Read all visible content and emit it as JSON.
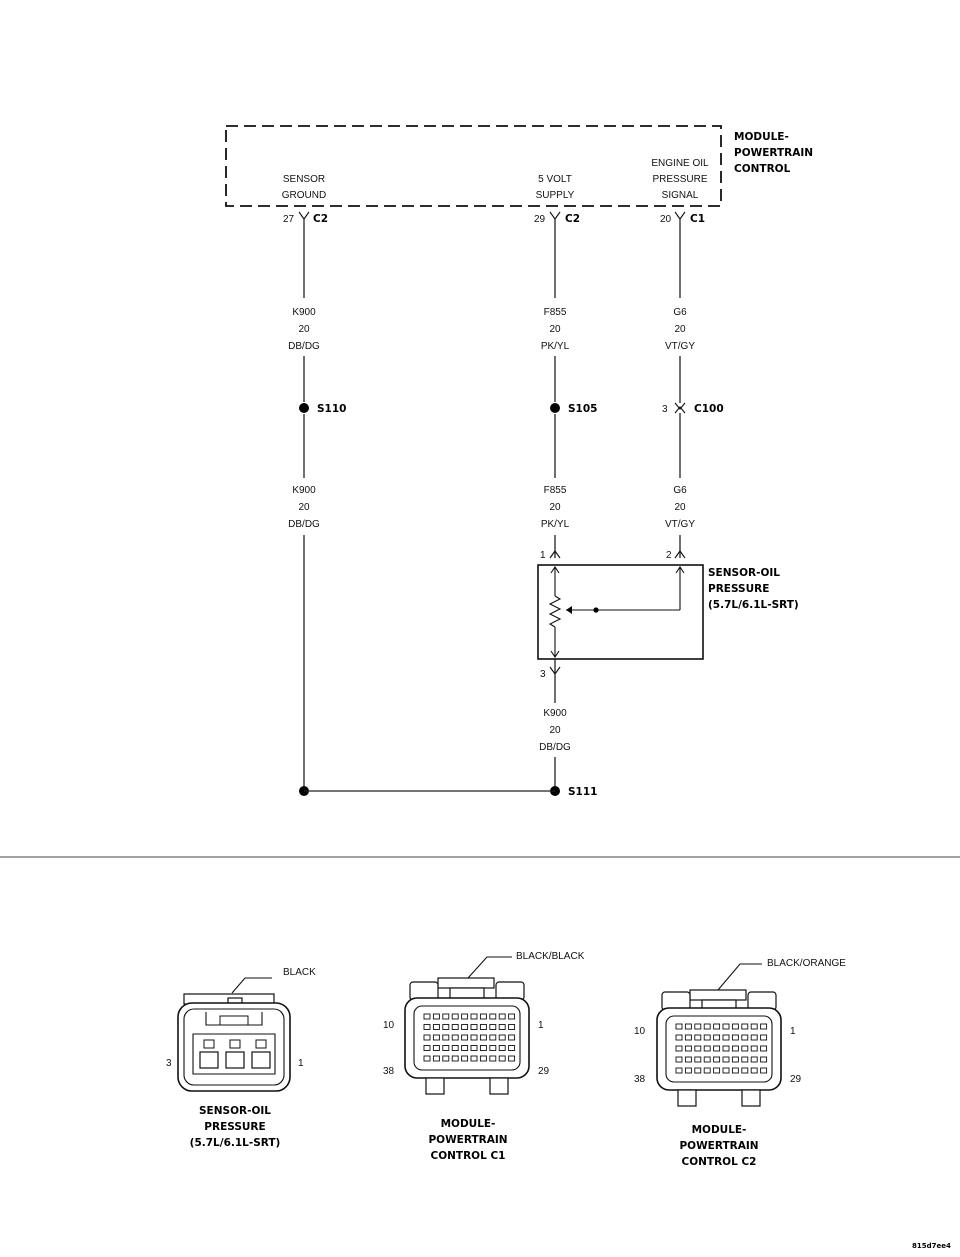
{
  "module": {
    "title_lines": [
      "MODULE-",
      "POWERTRAIN",
      "CONTROL"
    ],
    "pins": [
      {
        "label_lines": [
          "SENSOR",
          "GROUND"
        ],
        "cavity": "27",
        "connector": "C2"
      },
      {
        "label_lines": [
          "5 VOLT",
          "SUPPLY"
        ],
        "cavity": "29",
        "connector": "C2"
      },
      {
        "label_lines": [
          "ENGINE OIL",
          "PRESSURE",
          "SIGNAL"
        ],
        "cavity": "20",
        "connector": "C1"
      }
    ]
  },
  "wires": {
    "ground_top": [
      "K900",
      "20",
      "DB/DG"
    ],
    "ground_mid": [
      "K900",
      "20",
      "DB/DG"
    ],
    "supply_top": [
      "F855",
      "20",
      "PK/YL"
    ],
    "supply_mid": [
      "F855",
      "20",
      "PK/YL"
    ],
    "signal_top": [
      "G6",
      "20",
      "VT/GY"
    ],
    "signal_mid": [
      "G6",
      "20",
      "VT/GY"
    ],
    "sensor_ground": [
      "K900",
      "20",
      "DB/DG"
    ]
  },
  "splices": {
    "s110": "S110",
    "s105": "S105",
    "s111": "S111",
    "c100": {
      "cavity": "3",
      "label": "C100"
    }
  },
  "sensor": {
    "title_lines": [
      "SENSOR-OIL",
      "PRESSURE",
      "(5.7L/6.1L-SRT)"
    ],
    "pin1": "1",
    "pin2": "2",
    "pin3": "3"
  },
  "connectors": [
    {
      "color": "BLACK",
      "pin_left": "3",
      "pin_right": "1",
      "caption_lines": [
        "SENSOR-OIL",
        "PRESSURE",
        "(5.7L/6.1L-SRT)"
      ]
    },
    {
      "color": "BLACK/BLACK",
      "pin_tl": "10",
      "pin_tr": "1",
      "pin_bl": "38",
      "pin_br": "29",
      "caption_lines": [
        "MODULE-",
        "POWERTRAIN",
        "CONTROL C1"
      ]
    },
    {
      "color": "BLACK/ORANGE",
      "pin_tl": "10",
      "pin_tr": "1",
      "pin_bl": "38",
      "pin_br": "29",
      "caption_lines": [
        "MODULE-",
        "POWERTRAIN",
        "CONTROL C2"
      ]
    }
  ],
  "figure_id": "815d7ee4"
}
